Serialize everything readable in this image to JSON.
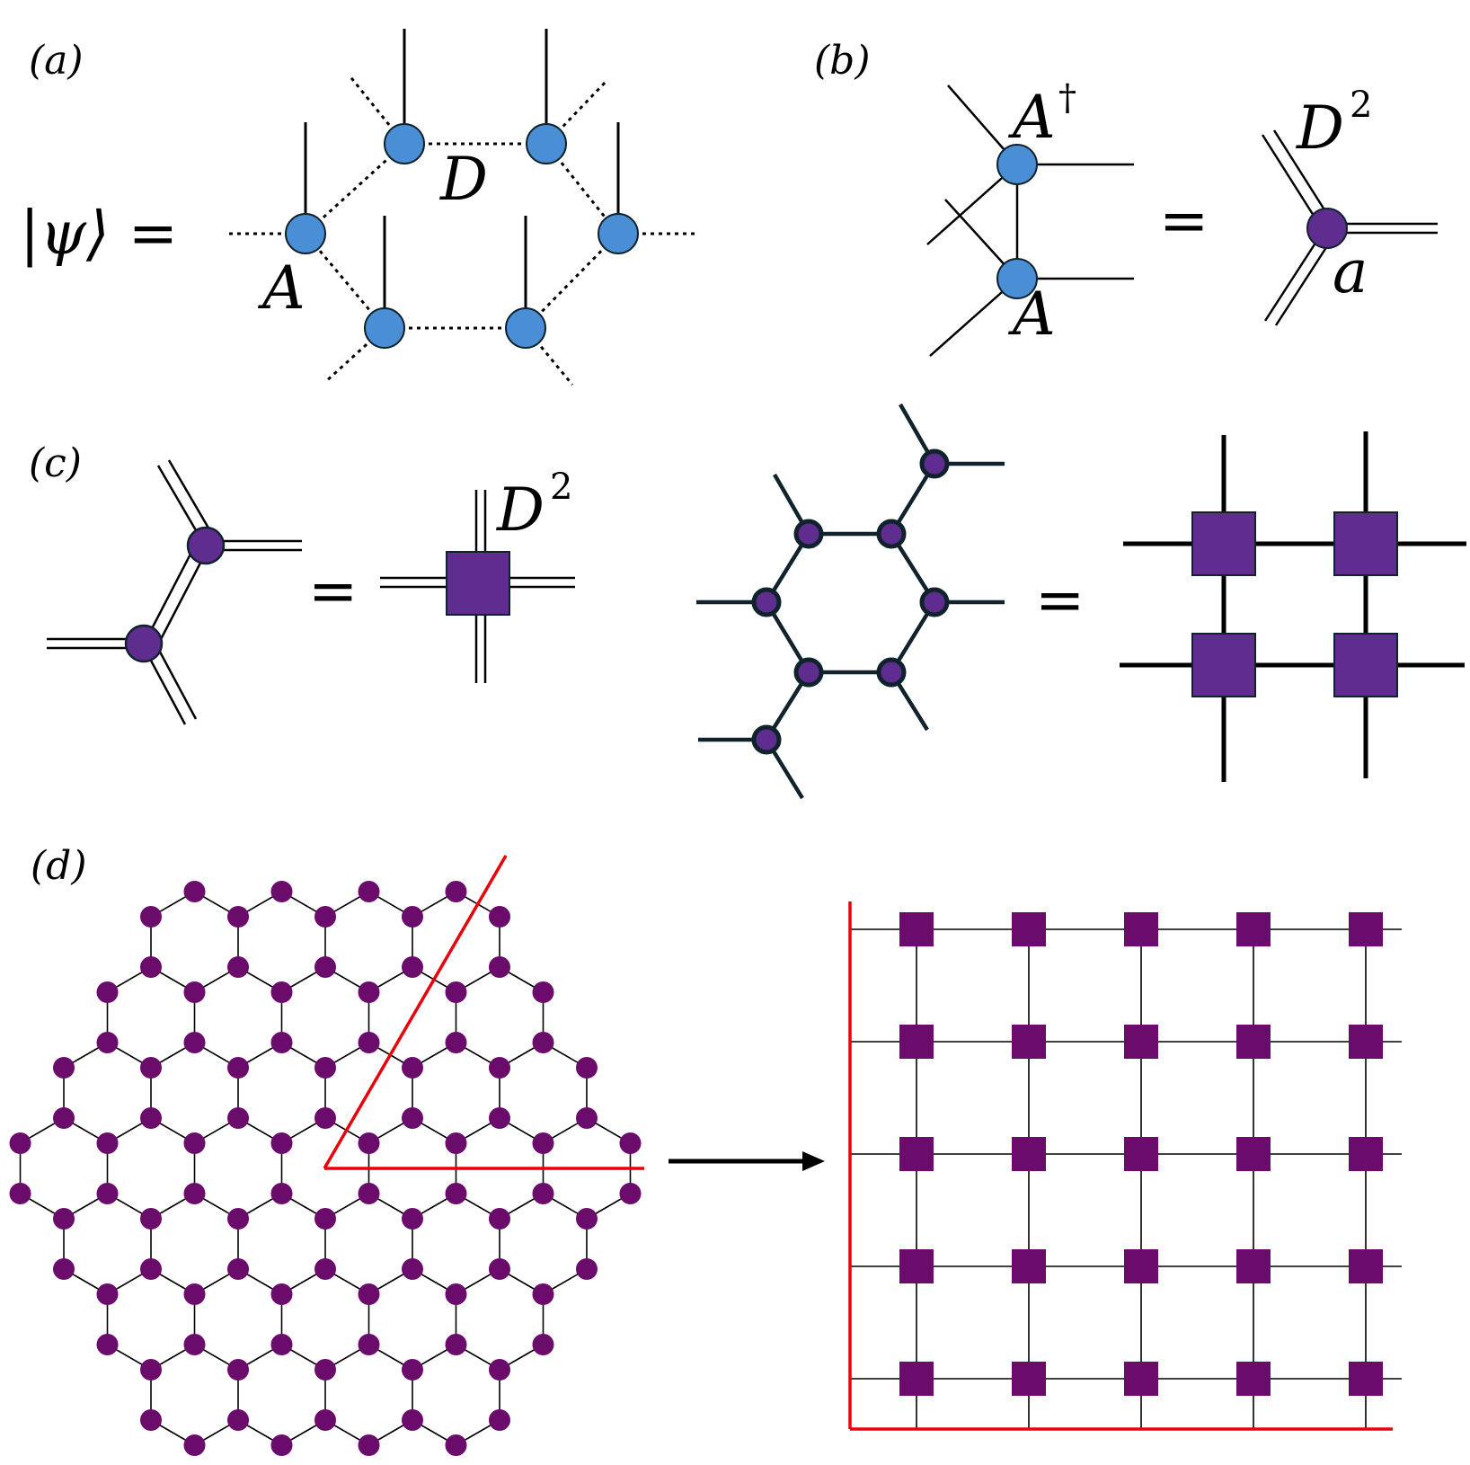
{
  "labels": {
    "panel_a": "(a)",
    "panel_b": "(b)",
    "panel_c": "(c)",
    "panel_d": "(d)",
    "psi_lhs": "|ψ⟩ =",
    "tensor_A": "A",
    "bond_D": "D",
    "tensor_A_dagger": "A",
    "dagger": "†",
    "tensor_A_b": "A",
    "bond_D2_b": "D",
    "sq_b": "2",
    "tensor_a": "a",
    "bond_D2_c": "D",
    "sq_c": "2",
    "equals": "="
  },
  "colors": {
    "blue_tensor": "#4a8fd6",
    "purple_tensor": "#5e2d8f",
    "lattice_purple": "#6b0b6b",
    "red_cut": "#e8000b",
    "outline": "#10222b"
  },
  "lattice": {
    "honeycomb_hexagon_radius": 3,
    "square_grid_rows": 5,
    "square_grid_cols": 5
  }
}
